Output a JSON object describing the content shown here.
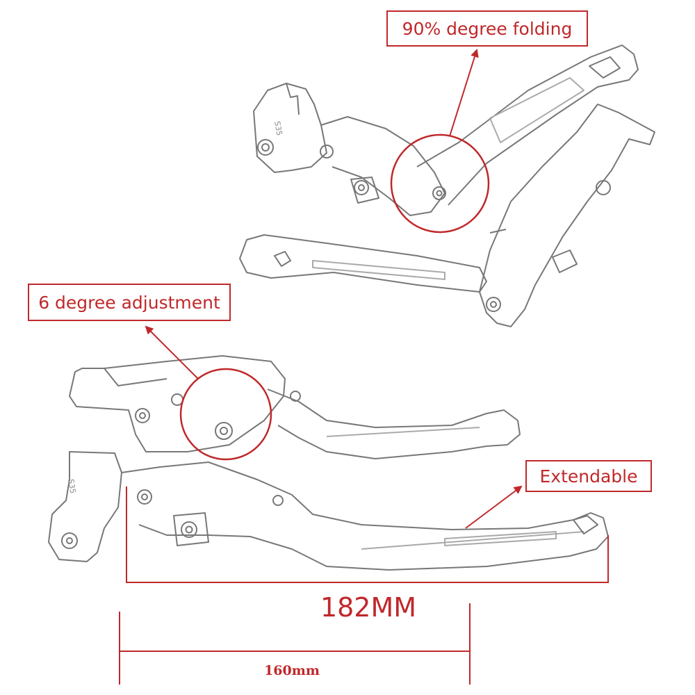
{
  "callouts": {
    "folding": "90% degree folding",
    "adjustment": "6 degree adjustment",
    "extendable": "Extendable"
  },
  "dimensions": {
    "long": "182MM",
    "short": "160mm"
  },
  "part_marks": {
    "size_code": "S35"
  },
  "colors": {
    "accent": "#c0282a",
    "line_art": "#777777",
    "background": "#ffffff"
  }
}
